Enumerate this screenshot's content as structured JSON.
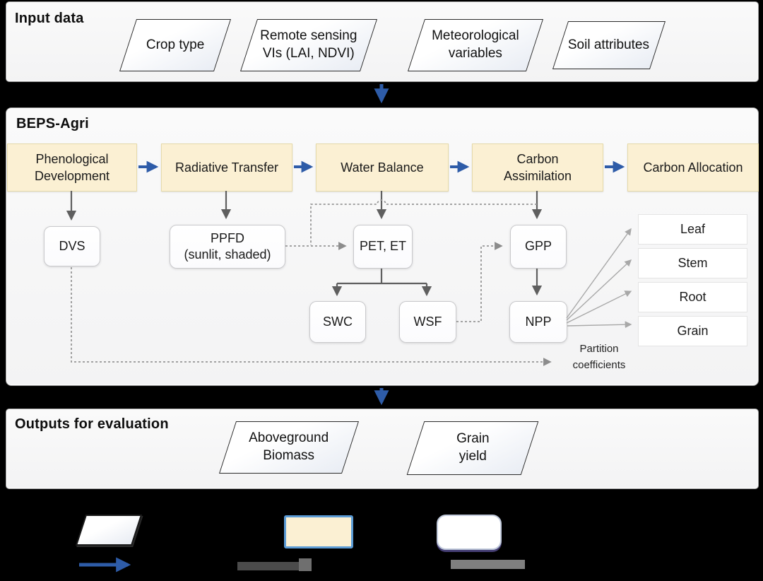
{
  "colors": {
    "page_bg": "#000000",
    "panel_bg": "#f6f6f6",
    "module_fill": "#fbf0d3",
    "accent_blue": "#2e5ca8",
    "legend_border_blue": "#5b9bd5",
    "connector_gray": "#5f5f5f",
    "dotted_gray": "#979797"
  },
  "input_section": {
    "title": "Input data",
    "items": [
      {
        "label": "Crop type"
      },
      {
        "label": "Remote sensing\nVIs (LAI, NDVI)"
      },
      {
        "label": "Meteorological\nvariables"
      },
      {
        "label": "Soil attributes"
      }
    ]
  },
  "model_section": {
    "title": "BEPS-Agri",
    "modules": [
      {
        "label": "Phenological\nDevelopment"
      },
      {
        "label": "Radiative Transfer"
      },
      {
        "label": "Water Balance"
      },
      {
        "label": "Carbon\nAssimilation"
      },
      {
        "label": "Carbon Allocation"
      }
    ],
    "nodes": {
      "dvs": "DVS",
      "ppfd": "PPFD\n(sunlit, shaded)",
      "pet": "PET, ET",
      "gpp": "GPP",
      "swc": "SWC",
      "wsf": "WSF",
      "npp": "NPP"
    },
    "pools": [
      {
        "label": "Leaf"
      },
      {
        "label": "Stem"
      },
      {
        "label": "Root"
      },
      {
        "label": "Grain"
      }
    ],
    "annotation": "Partition\ncoefficients"
  },
  "output_section": {
    "title": "Outputs for evaluation",
    "items": [
      {
        "label": "Aboveground\nBiomass"
      },
      {
        "label": "Grain\nyield"
      }
    ]
  }
}
